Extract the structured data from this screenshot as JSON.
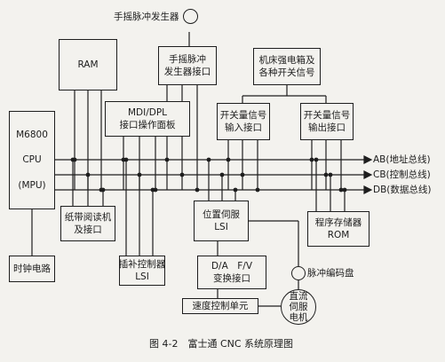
{
  "blocks": {
    "mpu": [
      "M6800",
      "CPU",
      "(MPU)"
    ],
    "ram": [
      "RAM"
    ],
    "handwheel_iface": [
      "手摇脉冲",
      "发生器接口"
    ],
    "cabinet": [
      "机床强电箱及",
      "各种开关信号"
    ],
    "mdi": [
      "MDI/DPL",
      "接口操作面板"
    ],
    "sw_in": [
      "开关量信号",
      "输入接口"
    ],
    "sw_out": [
      "开关量信号",
      "输出接口"
    ],
    "tape": [
      "纸带阅读机",
      "及接口"
    ],
    "servo": [
      "位置伺服",
      "LSI"
    ],
    "rom": [
      "程序存储器",
      "ROM"
    ],
    "clock": [
      "时钟电路"
    ],
    "interp": [
      "插补控制器",
      "LSI"
    ],
    "dav": [
      "D/A　F/V",
      "变换接口"
    ],
    "speed": [
      "速度控制单元"
    ],
    "dc_motor": [
      "直流",
      "伺服",
      "电机"
    ]
  },
  "labels": {
    "handwheel_gen": "手摇脉冲发生器",
    "encoder": "脉冲编码盘",
    "ab": "AB(地址总线)",
    "cb": "CB(控制总线)",
    "db": "DB(数据总线)"
  },
  "caption": "图 4-2　富士通 CNC 系统原理图"
}
